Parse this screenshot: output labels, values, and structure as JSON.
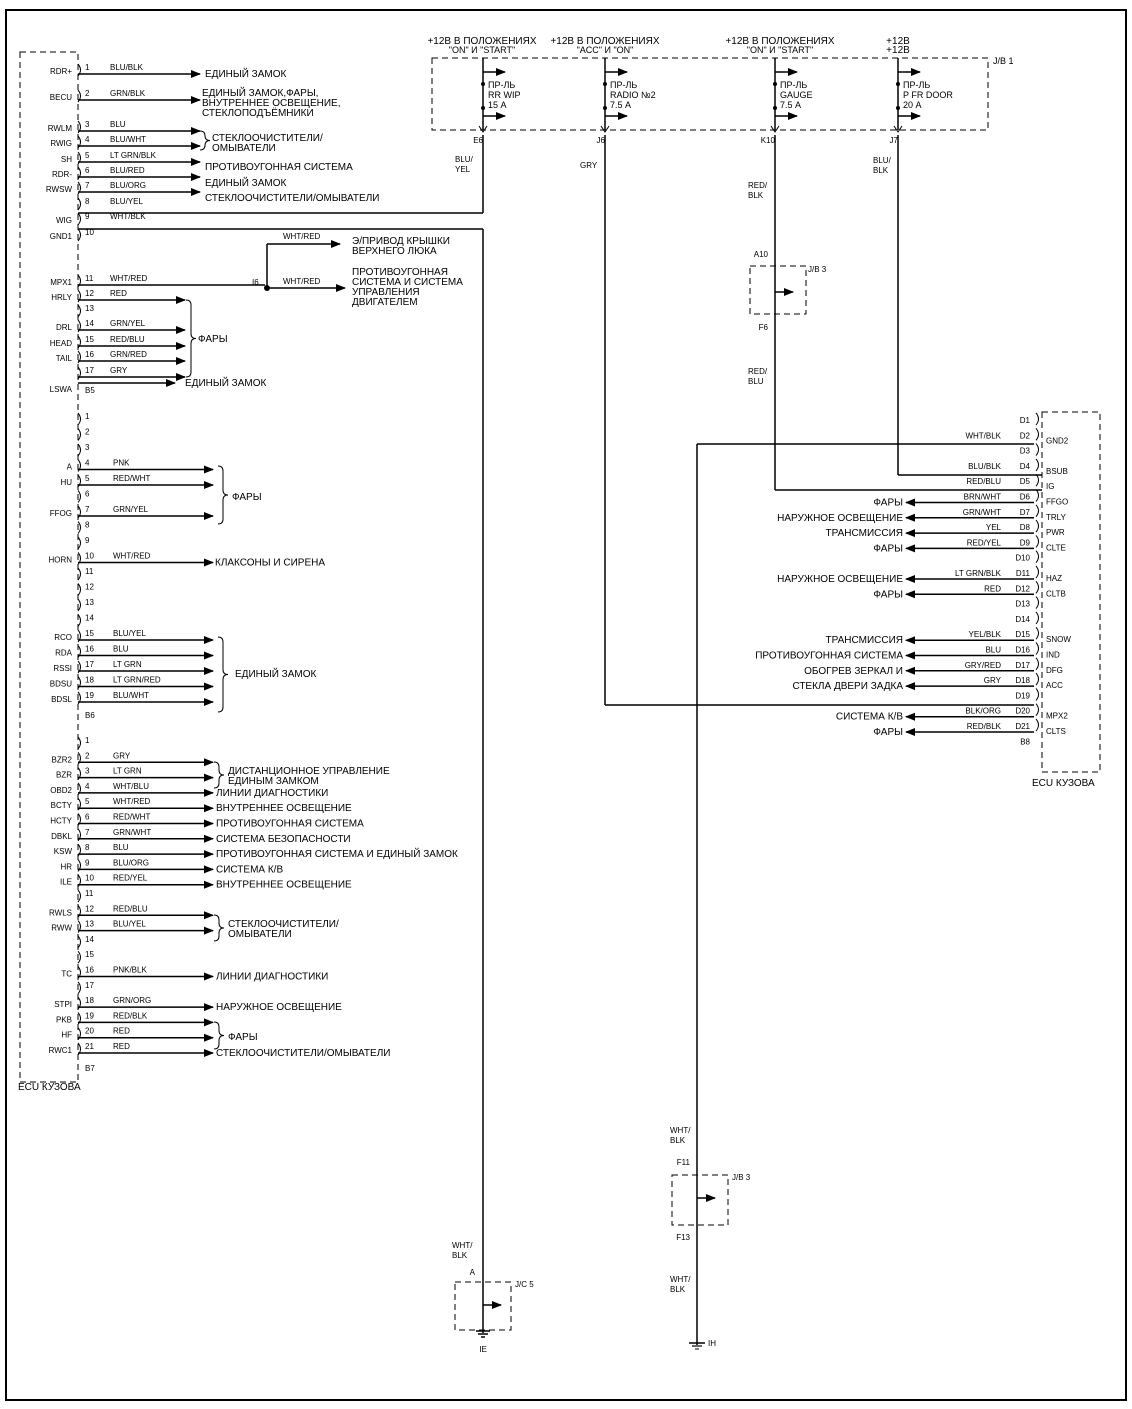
{
  "left_ecu": {
    "label": "ECU КУЗОВА",
    "conn_b5": "B5",
    "conn_b6": "B6",
    "conn_b7": "B7",
    "group1": [
      {
        "pin": "RDR+",
        "num": "1",
        "wire": "BLU/BLK",
        "dest": "ЕДИНЫЙ ЗАМОК"
      },
      {
        "pin": "BECU",
        "num": "2",
        "wire": "GRN/BLK",
        "dest": ""
      },
      {
        "pin": "RWLM",
        "num": "3",
        "wire": "BLU",
        "dest": ""
      },
      {
        "pin": "RWIG",
        "num": "4",
        "wire": "BLU/WHT",
        "dest": ""
      },
      {
        "pin": "SH",
        "num": "5",
        "wire": "LT GRN/BLK",
        "dest": "ПРОТИВОУГОННАЯ СИСТЕМА"
      },
      {
        "pin": "RDR-",
        "num": "6",
        "wire": "BLU/RED",
        "dest": "ЕДИНЫЙ ЗАМОК"
      },
      {
        "pin": "RWSW",
        "num": "7",
        "wire": "BLU/ORG",
        "dest": "СТЕКЛООЧИСТИТЕЛИ/ОМЫВАТЕЛИ"
      },
      {
        "pin": "",
        "num": "8",
        "wire": "BLU/YEL",
        "dest": ""
      },
      {
        "pin": "WIG",
        "num": "9",
        "wire": "WHT/BLK",
        "dest": ""
      },
      {
        "pin": "GND1",
        "num": "10",
        "wire": "",
        "dest": ""
      },
      {
        "pin": "MPX1",
        "num": "11",
        "wire": "WHT/RED",
        "dest": ""
      },
      {
        "pin": "HRLY",
        "num": "12",
        "wire": "RED",
        "dest": ""
      },
      {
        "pin": "",
        "num": "13",
        "wire": "",
        "dest": ""
      },
      {
        "pin": "DRL",
        "num": "14",
        "wire": "GRN/YEL",
        "dest": ""
      },
      {
        "pin": "HEAD",
        "num": "15",
        "wire": "RED/BLU",
        "dest": ""
      },
      {
        "pin": "TAIL",
        "num": "16",
        "wire": "GRN/RED",
        "dest": ""
      },
      {
        "pin": "",
        "num": "17",
        "wire": "GRY",
        "dest": ""
      },
      {
        "pin": "LSWA",
        "num": "",
        "wire": "",
        "dest": "ЕДИНЫЙ ЗАМОК"
      }
    ],
    "becu_dest": [
      "ЕДИНЫЙ ЗАМОК,ФАРЫ,",
      "ВНУТРЕННЕЕ ОСВЕЩЕНИЕ,",
      "СТЕКЛОПОДЪЁМНИКИ"
    ],
    "wipers_dest": [
      "СТЕКЛООЧИСТИТЕЛИ/",
      "ОМЫВАТЕЛИ"
    ],
    "mpx_dest1": [
      "Э/ПРИВОД КРЫШКИ",
      "ВЕРХНЕГО ЛЮКА"
    ],
    "mpx_dest2": [
      "ПРОТИВОУГОННАЯ",
      "СИСТЕМА И СИСТЕМА",
      "УПРАВЛЕНИЯ",
      "ДВИГАТЕЛЕМ"
    ],
    "mpx_wire_up": "WHT/RED",
    "mpx_wire_right": "WHT/RED",
    "splice": "I6",
    "lights_label": "ФАРЫ",
    "group2": [
      {
        "pin": "",
        "num": "1",
        "wire": ""
      },
      {
        "pin": "",
        "num": "2",
        "wire": ""
      },
      {
        "pin": "",
        "num": "3",
        "wire": ""
      },
      {
        "pin": "A",
        "num": "4",
        "wire": "PNK"
      },
      {
        "pin": "HU",
        "num": "5",
        "wire": "RED/WHT"
      },
      {
        "pin": "",
        "num": "6",
        "wire": ""
      },
      {
        "pin": "FFOG",
        "num": "7",
        "wire": "GRN/YEL"
      },
      {
        "pin": "",
        "num": "8",
        "wire": ""
      },
      {
        "pin": "",
        "num": "9",
        "wire": ""
      },
      {
        "pin": "HORN",
        "num": "10",
        "wire": "WHT/RED"
      },
      {
        "pin": "",
        "num": "11",
        "wire": ""
      },
      {
        "pin": "",
        "num": "12",
        "wire": ""
      },
      {
        "pin": "",
        "num": "13",
        "wire": ""
      },
      {
        "pin": "",
        "num": "14",
        "wire": ""
      },
      {
        "pin": "RCO",
        "num": "15",
        "wire": "BLU/YEL"
      },
      {
        "pin": "RDA",
        "num": "16",
        "wire": "BLU"
      },
      {
        "pin": "RSSI",
        "num": "17",
        "wire": "LT GRN"
      },
      {
        "pin": "BDSU",
        "num": "18",
        "wire": "LT GRN/RED"
      },
      {
        "pin": "BDSL",
        "num": "19",
        "wire": "BLU/WHT"
      }
    ],
    "horn_dest": "КЛАКСОНЫ И СИРЕНА",
    "lock_dest": "ЕДИНЫЙ ЗАМОК",
    "group3": [
      {
        "pin": "",
        "num": "1",
        "wire": ""
      },
      {
        "pin": "BZR2",
        "num": "2",
        "wire": "GRY"
      },
      {
        "pin": "BZR",
        "num": "3",
        "wire": "LT GRN"
      },
      {
        "pin": "OBD2",
        "num": "4",
        "wire": "WHT/BLU"
      },
      {
        "pin": "BCTY",
        "num": "5",
        "wire": "WHT/RED"
      },
      {
        "pin": "HCTY",
        "num": "6",
        "wire": "RED/WHT"
      },
      {
        "pin": "DBKL",
        "num": "7",
        "wire": "GRN/WHT"
      },
      {
        "pin": "KSW",
        "num": "8",
        "wire": "BLU"
      },
      {
        "pin": "HR",
        "num": "9",
        "wire": "BLU/ORG"
      },
      {
        "pin": "ILE",
        "num": "10",
        "wire": "RED/YEL"
      },
      {
        "pin": "",
        "num": "11",
        "wire": ""
      },
      {
        "pin": "RWLS",
        "num": "12",
        "wire": "RED/BLU"
      },
      {
        "pin": "RWW",
        "num": "13",
        "wire": "BLU/YEL"
      },
      {
        "pin": "",
        "num": "14",
        "wire": ""
      },
      {
        "pin": "",
        "num": "15",
        "wire": ""
      },
      {
        "pin": "TC",
        "num": "16",
        "wire": "PNK/BLK"
      },
      {
        "pin": "",
        "num": "17",
        "wire": ""
      },
      {
        "pin": "STPI",
        "num": "18",
        "wire": "GRN/ORG"
      },
      {
        "pin": "PKB",
        "num": "19",
        "wire": "RED/BLK"
      },
      {
        "pin": "HF",
        "num": "20",
        "wire": "RED"
      },
      {
        "pin": "RWC1",
        "num": "21",
        "wire": "RED"
      }
    ],
    "g3_dest": {
      "remote": [
        "ДИСТАНЦИОННОЕ УПРАВЛЕНИЕ",
        "ЕДИНЫМ ЗАМКОМ"
      ],
      "obd": "ЛИНИИ ДИАГНОСТИКИ",
      "interior": "ВНУТРЕННЕЕ ОСВЕЩЕНИЕ",
      "theft": "ПРОТИВОУГОННАЯ СИСТЕМА",
      "security": "СИСТЕМА БЕЗОПАСНОСТИ",
      "theft_lock": "ПРОТИВОУГОННАЯ СИСТЕМА И ЕДИНЫЙ ЗАМОК",
      "ac": "СИСТЕМА К/В",
      "interior2": "ВНУТРЕННЕЕ ОСВЕЩЕНИЕ",
      "wipers": [
        "СТЕКЛООЧИСТИТЕЛИ/",
        "ОМЫВАТЕЛИ"
      ],
      "obd2": "ЛИНИИ ДИАГНОСТИКИ",
      "ext": "НАРУЖНОЕ ОСВЕЩЕНИЕ",
      "lights": "ФАРЫ",
      "wipers2": "СТЕКЛООЧИСТИТЕЛИ/ОМЫВАТЕЛИ"
    }
  },
  "jb1": {
    "label": "J/B 1",
    "supplies": [
      {
        "line1": "+12В В ПОЛОЖЕНИЯХ",
        "line2": "\"ON\" И \"START\""
      },
      {
        "line1": "+12В В ПОЛОЖЕНИЯХ",
        "line2": "\"ACC\" И \"ON\""
      },
      {
        "line1": "+12В В ПОЛОЖЕНИЯХ",
        "line2": "\"ON\" И \"START\""
      },
      {
        "line1": "+12В",
        "line2": ""
      }
    ],
    "fuses": [
      {
        "l1": "ПР-ЛЬ",
        "l2": "RR WIP",
        "l3": "15 А",
        "term": "E6"
      },
      {
        "l1": "ПР-ЛЬ",
        "l2": "RADIO №2",
        "l3": "7.5 А",
        "term": "J6"
      },
      {
        "l1": "ПР-ЛЬ",
        "l2": "GAUGE",
        "l3": "7.5 А",
        "term": "K10"
      },
      {
        "l1": "ПР-ЛЬ",
        "l2": "P FR DOOR",
        "l3": "20 А",
        "term": "J7"
      }
    ]
  },
  "wires_vertical": {
    "e6": [
      "BLU/",
      "YEL"
    ],
    "j6": "GRY",
    "k10": [
      "RED/",
      "BLK"
    ],
    "j7": [
      "BLU/",
      "BLK"
    ],
    "f6": [
      "RED/",
      "BLU"
    ],
    "gnd_left": [
      "WHT/",
      "BLK"
    ],
    "gnd_right_top": [
      "WHT/",
      "BLK"
    ],
    "gnd_right_bot": [
      "WHT/",
      "BLK"
    ]
  },
  "jb3_top": {
    "label": "J/B 3",
    "in": "A10",
    "out": "F6"
  },
  "jb3_bot": {
    "label": "J/B 3",
    "in": "F11",
    "out": "F13"
  },
  "jc5": {
    "label": "J/C 5",
    "in": "A",
    "ground": "IE"
  },
  "ground_right": "IH",
  "right_ecu": {
    "label": "ECU КУЗОВА",
    "conn": "B8",
    "rows": [
      {
        "num": "D1",
        "wire": "",
        "pin": "",
        "dest": ""
      },
      {
        "num": "D2",
        "wire": "WHT/BLK",
        "pin": "GND2",
        "dest": ""
      },
      {
        "num": "D3",
        "wire": "",
        "pin": "",
        "dest": ""
      },
      {
        "num": "D4",
        "wire": "BLU/BLK",
        "pin": "BSUB",
        "dest": ""
      },
      {
        "num": "D5",
        "wire": "RED/BLU",
        "pin": "IG",
        "dest": ""
      },
      {
        "num": "D6",
        "wire": "BRN/WHT",
        "pin": "FFGO",
        "dest": "ФАРЫ"
      },
      {
        "num": "D7",
        "wire": "GRN/WHT",
        "pin": "TRLY",
        "dest": "НАРУЖНОЕ ОСВЕЩЕНИЕ"
      },
      {
        "num": "D8",
        "wire": "YEL",
        "pin": "PWR",
        "dest": "ТРАНСМИССИЯ"
      },
      {
        "num": "D9",
        "wire": "RED/YEL",
        "pin": "CLTE",
        "dest": "ФАРЫ"
      },
      {
        "num": "D10",
        "wire": "",
        "pin": "",
        "dest": ""
      },
      {
        "num": "D11",
        "wire": "LT GRN/BLK",
        "pin": "HAZ",
        "dest": "НАРУЖНОЕ ОСВЕЩЕНИЕ"
      },
      {
        "num": "D12",
        "wire": "RED",
        "pin": "CLTB",
        "dest": "ФАРЫ"
      },
      {
        "num": "D13",
        "wire": "",
        "pin": "",
        "dest": ""
      },
      {
        "num": "D14",
        "wire": "",
        "pin": "",
        "dest": ""
      },
      {
        "num": "D15",
        "wire": "YEL/BLK",
        "pin": "SNOW",
        "dest": "ТРАНСМИССИЯ"
      },
      {
        "num": "D16",
        "wire": "BLU",
        "pin": "IND",
        "dest": "ПРОТИВОУГОННАЯ СИСТЕМА"
      },
      {
        "num": "D17",
        "wire": "GRY/RED",
        "pin": "DFG",
        "dest": "ОБОГРЕВ ЗЕРКАЛ И"
      },
      {
        "num": "D18",
        "wire": "GRY",
        "pin": "ACC",
        "dest": "СТЕКЛА ДВЕРИ ЗАДКА"
      },
      {
        "num": "D19",
        "wire": "",
        "pin": "",
        "dest": ""
      },
      {
        "num": "D20",
        "wire": "BLK/ORG",
        "pin": "MPX2",
        "dest": "СИСТЕМА К/В"
      },
      {
        "num": "D21",
        "wire": "RED/BLK",
        "pin": "CLTS",
        "dest": "ФАРЫ"
      }
    ]
  }
}
